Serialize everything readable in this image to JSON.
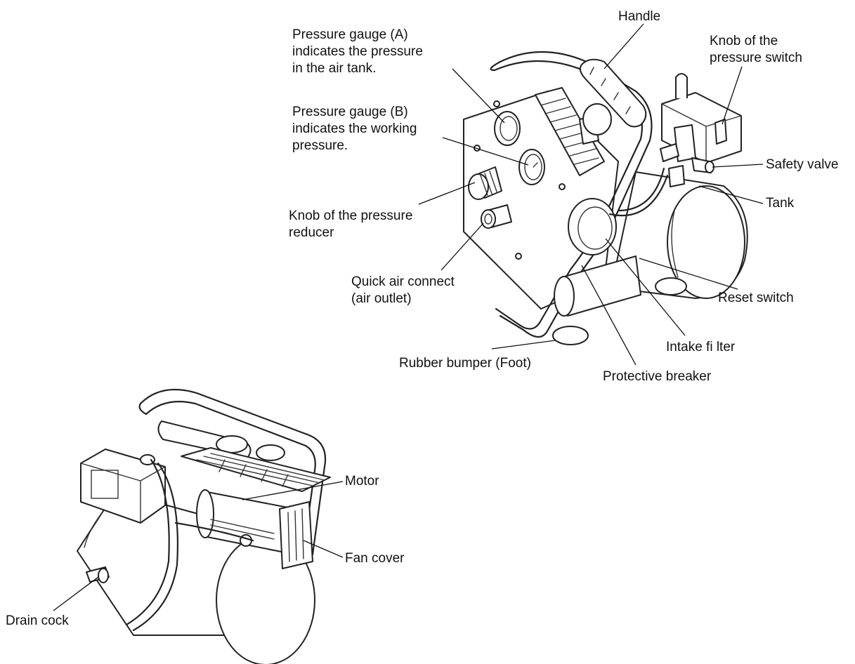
{
  "figure": {
    "top_view": {
      "labels": {
        "pressure_gauge_a": [
          "Pressure gauge (A)",
          "indicates the pressure",
          "in the air tank."
        ],
        "pressure_gauge_b": [
          "Pressure gauge (B)",
          "indicates the working",
          "pressure."
        ],
        "knob_pressure_reducer": [
          "Knob of the pressure",
          "reducer"
        ],
        "quick_air_connect": [
          "Quick air connect",
          "(air outlet)"
        ],
        "rubber_bumper": [
          "Rubber bumper (Foot)"
        ],
        "handle": [
          "Handle"
        ],
        "knob_pressure_switch": [
          "Knob of the",
          "pressure switch"
        ],
        "safety_valve": [
          "Safety valve"
        ],
        "tank": [
          "Tank"
        ],
        "reset_switch": [
          "Reset switch"
        ],
        "intake_filter": [
          "Intake fi lter"
        ],
        "protective_breaker": [
          "Protective breaker"
        ]
      }
    },
    "bottom_view": {
      "labels": {
        "motor": [
          "Motor"
        ],
        "fan_cover": [
          "Fan cover"
        ],
        "drain_cock": [
          "Drain cock"
        ]
      }
    },
    "line_color": "#222222"
  }
}
